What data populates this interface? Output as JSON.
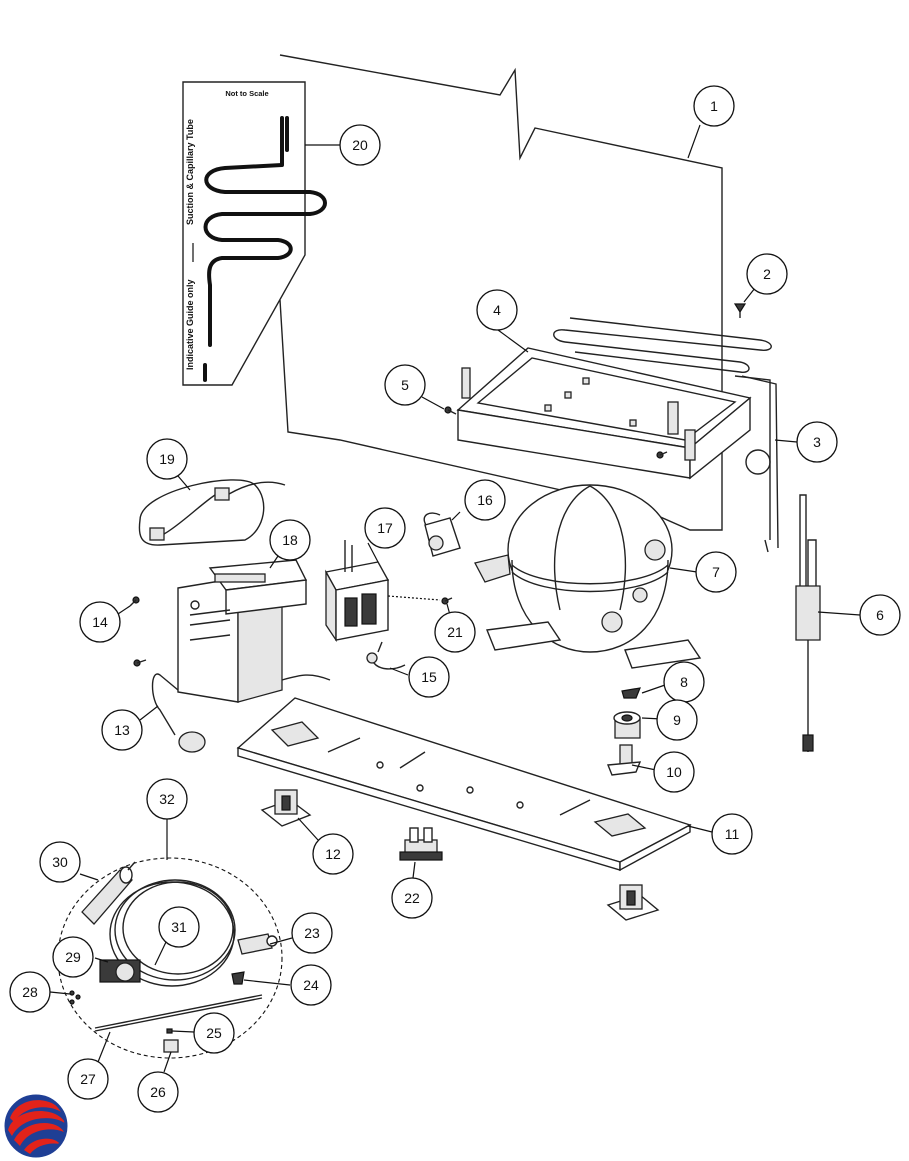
{
  "guide": {
    "scale_note": "Not to Scale",
    "tube_label": "Suction & Capillary Tube",
    "indicative_label": "Indicative Guide only"
  },
  "callouts": [
    "1",
    "2",
    "3",
    "4",
    "5",
    "6",
    "7",
    "8",
    "9",
    "10",
    "11",
    "12",
    "13",
    "14",
    "15",
    "16",
    "17",
    "18",
    "19",
    "20",
    "21",
    "22",
    "23",
    "24",
    "25",
    "26",
    "27",
    "28",
    "29",
    "30",
    "31",
    "32"
  ],
  "logo": {
    "colors": {
      "red": "#e2231a",
      "blue": "#1f3f95"
    }
  }
}
